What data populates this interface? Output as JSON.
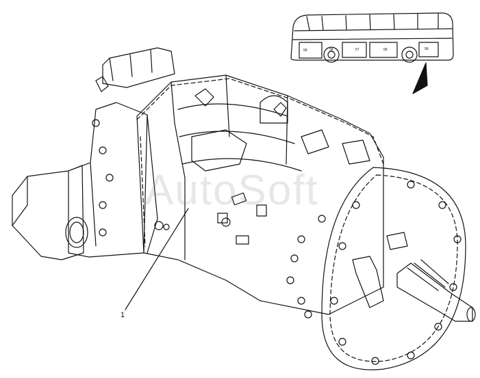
{
  "diagram": {
    "callouts": [
      {
        "label": "1"
      }
    ],
    "bus_compartment_labels": [
      "58",
      "58",
      "57",
      "58",
      "58"
    ],
    "watermark": "AutoSoft",
    "colors": {
      "line": "#111111",
      "background": "#ffffff"
    }
  }
}
